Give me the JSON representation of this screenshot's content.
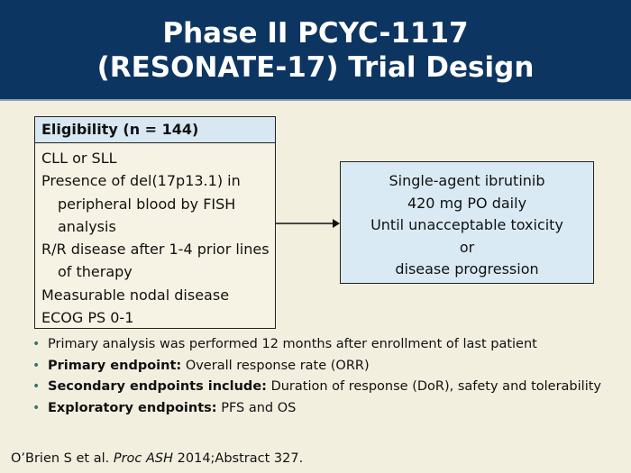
{
  "header": {
    "title_line1": "Phase II PCYC-1117",
    "title_line2": "(RESONATE-17) Trial Design"
  },
  "eligibility": {
    "heading": "Eligibility (n = 144)",
    "items": [
      "CLL or SLL",
      "Presence of del(17p13.1) in peripheral blood by FISH analysis",
      "R/R disease after 1-4 prior lines of therapy",
      "Measurable nodal disease",
      "ECOG PS 0-1"
    ]
  },
  "treatment": {
    "lines": [
      "Single-agent ibrutinib",
      "420 mg PO daily",
      "Until unacceptable toxicity",
      "or",
      "disease progression"
    ]
  },
  "bullets": [
    {
      "label": "",
      "text": "Primary analysis was performed 12 months after enrollment of last patient"
    },
    {
      "label": "Primary endpoint:",
      "text": "Overall response rate (ORR)"
    },
    {
      "label": "Secondary endpoints include:",
      "text": "Duration of response (DoR), safety and tolerability"
    },
    {
      "label": "Exploratory endpoints:",
      "text": "PFS and OS"
    }
  ],
  "citation": {
    "authors": "O’Brien S et al.",
    "journal": "Proc ASH",
    "details": "2014;Abstract 327."
  },
  "colors": {
    "header_bg": "#0d3561",
    "page_bg": "#f3efdf",
    "box_fill": "#daeaf4",
    "bullet": "#2f7a6b"
  }
}
